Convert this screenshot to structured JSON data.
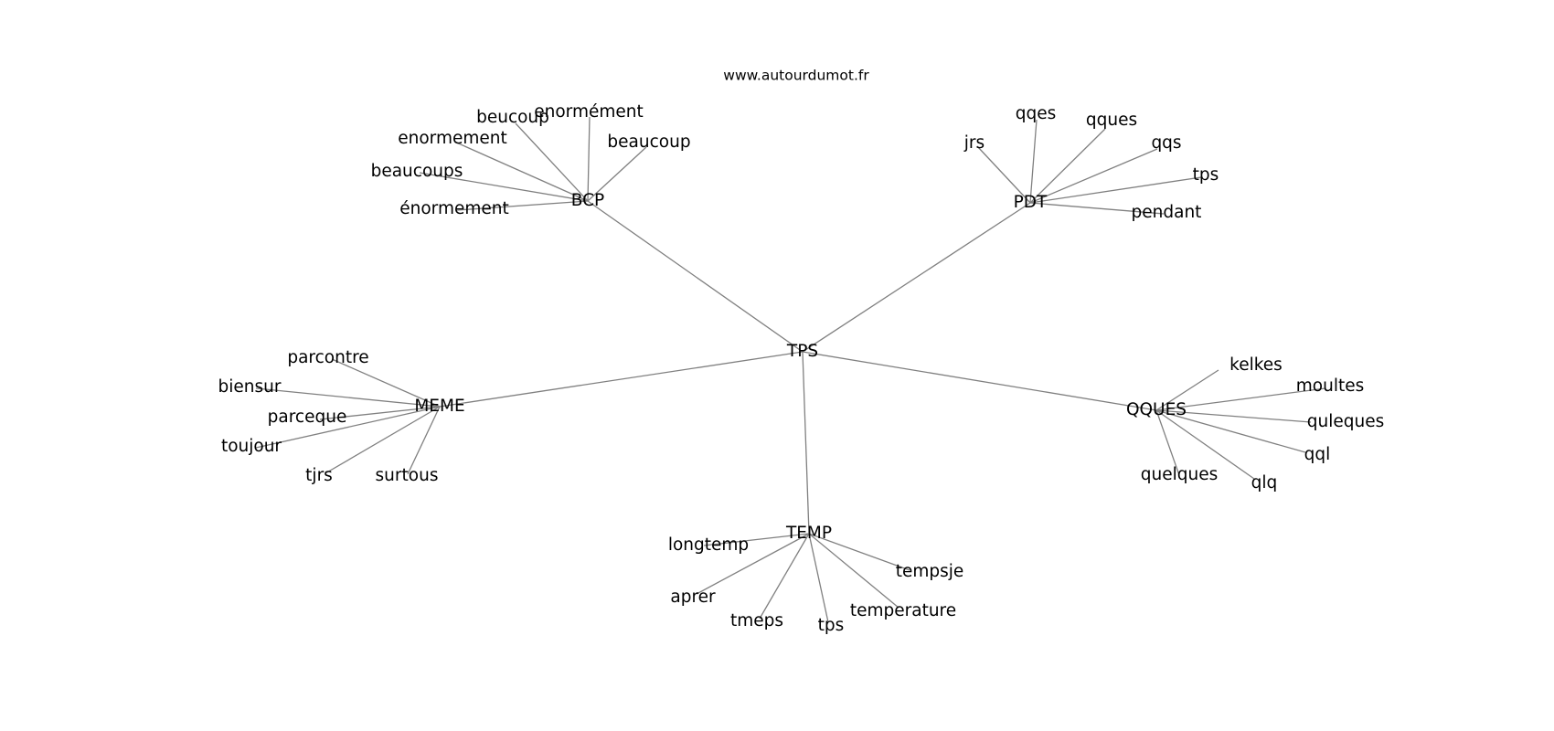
{
  "site_label": "www.autourdumot.fr",
  "root": "TPS",
  "groups": [
    {
      "name": "BCP",
      "words": [
        "beucoup",
        "enormément",
        "beaucoup",
        "enormement",
        "beaucoups",
        "énormement"
      ]
    },
    {
      "name": "PDT",
      "words": [
        "jrs",
        "qqes",
        "qques",
        "qqs",
        "tps",
        "pendant"
      ]
    },
    {
      "name": "MEME",
      "words": [
        "parcontre",
        "biensur",
        "parceque",
        "toujour",
        "tjrs",
        "surtous"
      ]
    },
    {
      "name": "QQUES",
      "words": [
        "kelkes",
        "moultes",
        "quleques",
        "qql",
        "qlq",
        "quelques"
      ]
    },
    {
      "name": "TEMP",
      "words": [
        "longtemp",
        "tempsje",
        "aprer",
        "tmeps",
        "tps",
        "temperature"
      ]
    }
  ]
}
